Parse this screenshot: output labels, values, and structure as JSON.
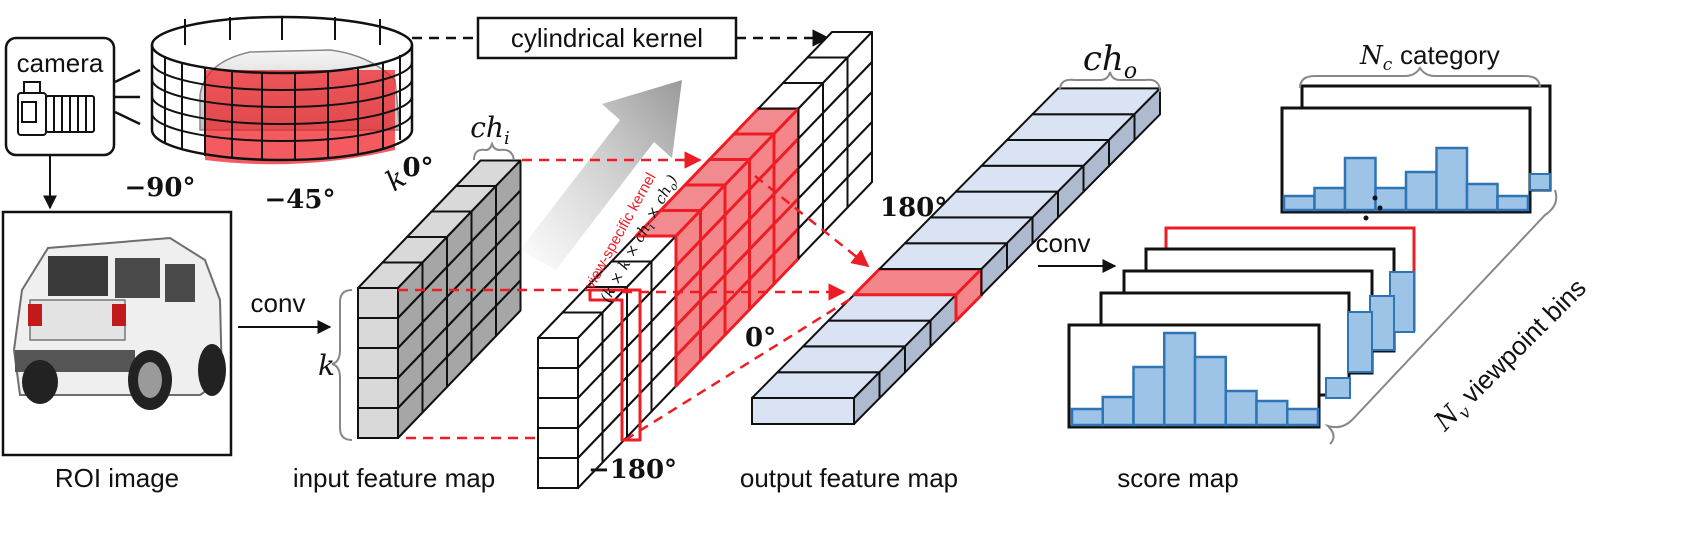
{
  "labels": {
    "camera": "camera",
    "cylindrical_kernel": "cylindrical kernel",
    "conv1": "conv",
    "conv2": "conv",
    "roi_image": "ROI image",
    "input_feature_map": "input feature map",
    "output_feature_map": "output feature map",
    "score_map": "score map",
    "view_specific_kernel_line1": "view-specific kernel",
    "view_specific_kernel_line2": "(k × k × ch",
    "view_specific_kernel_sub_i": "i",
    "view_specific_kernel_mid": " × ch",
    "view_specific_kernel_sub_o": "o",
    "view_specific_kernel_end": ")",
    "nc_category": "category",
    "nc_symbol": "N",
    "nc_sub": "c",
    "nv_symbol": "N",
    "nv_sub": "v",
    "nv_text": "viewpoint bins",
    "ch_symbol": "ch",
    "ch_i_sub": "i",
    "ch_o_sub": "o",
    "k_symbol": "k"
  },
  "angles": {
    "neg90": "−90°",
    "neg45": "−45°",
    "zero_top": "0°",
    "deg180": "180°",
    "zero_mid": "0°",
    "neg180": "−180°"
  },
  "colors": {
    "kernel_red": "#ee1c24",
    "histogram_blue": "#9dc3e6",
    "histogram_stroke": "#2e75b6",
    "grid_gray": "#d9d9d9",
    "output_blue": "#dae3f3"
  },
  "icons": {
    "camera": "camera-icon",
    "car_photo": "suv-photo",
    "rotation_arrow": "gray-arrow"
  }
}
